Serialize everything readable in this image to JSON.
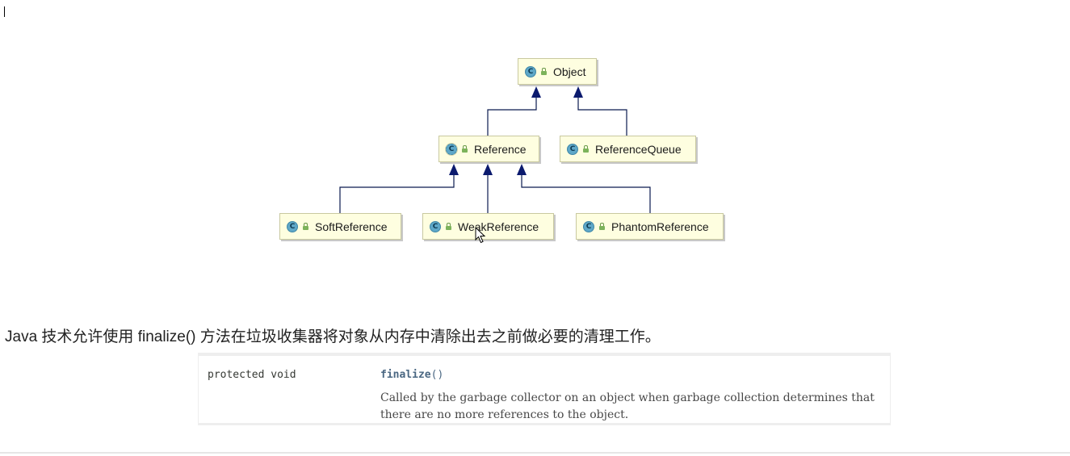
{
  "diagram": {
    "nodes": [
      {
        "id": "object",
        "label": "Object",
        "icon": "class-icon",
        "icon_letter": "C"
      },
      {
        "id": "reference",
        "label": "Reference",
        "icon": "abstract-class-icon",
        "icon_letter": "C"
      },
      {
        "id": "referencequeue",
        "label": "ReferenceQueue",
        "icon": "class-icon",
        "icon_letter": "C"
      },
      {
        "id": "softreference",
        "label": "SoftReference",
        "icon": "class-icon",
        "icon_letter": "C"
      },
      {
        "id": "weakreference",
        "label": "WeakReference",
        "icon": "class-icon",
        "icon_letter": "C"
      },
      {
        "id": "phantomreference",
        "label": "PhantomReference",
        "icon": "class-icon",
        "icon_letter": "C"
      }
    ],
    "edges": [
      {
        "from": "reference",
        "to": "object",
        "type": "extends"
      },
      {
        "from": "referencequeue",
        "to": "object",
        "type": "extends"
      },
      {
        "from": "softreference",
        "to": "reference",
        "type": "extends"
      },
      {
        "from": "weakreference",
        "to": "reference",
        "type": "extends"
      },
      {
        "from": "phantomreference",
        "to": "reference",
        "type": "extends"
      }
    ],
    "colors": {
      "node_fill": "#fefee0",
      "edge": "#0b1a4f",
      "arrow": "#0b1a6e"
    }
  },
  "description": {
    "text": "Java 技术允许使用 finalize() 方法在垃圾收集器将对象从内存中清除出去之前做必要的清理工作。"
  },
  "api": {
    "modifier": "protected void",
    "method_name": "finalize",
    "method_params": "()",
    "description": "Called by the garbage collector on an object when garbage collection determines that there are no more references to the object."
  }
}
